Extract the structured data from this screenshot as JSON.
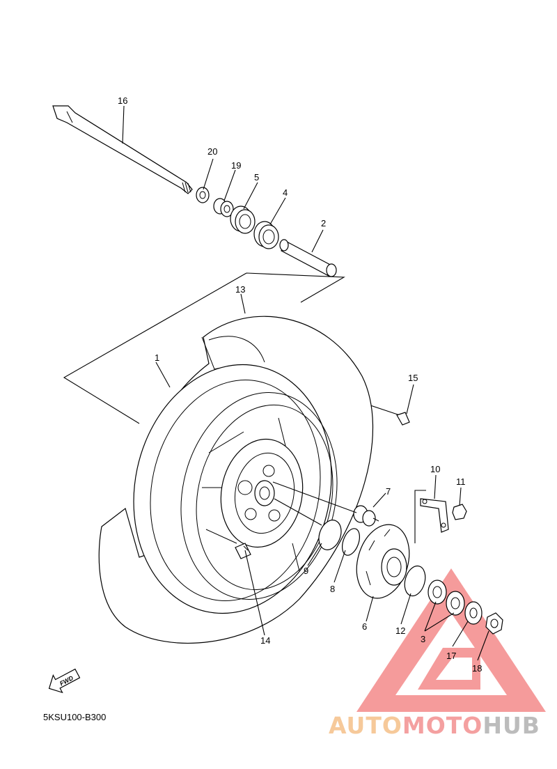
{
  "diagram_code": "5KSU100-B300",
  "fwd_label": "FWD",
  "brand": {
    "part1": "AUTO",
    "part2": "MOTO",
    "part3": "HUB"
  },
  "labels": [
    "1",
    "2",
    "3",
    "4",
    "5",
    "6",
    "7",
    "8",
    "9",
    "10",
    "11",
    "12",
    "13",
    "14",
    "15",
    "16",
    "17",
    "18",
    "19",
    "20"
  ],
  "colors": {
    "brand_orange": "#f6c99a",
    "brand_red": "#f4a0a0",
    "brand_grey": "#bcbcbc",
    "watermark": "#f27a7a"
  }
}
